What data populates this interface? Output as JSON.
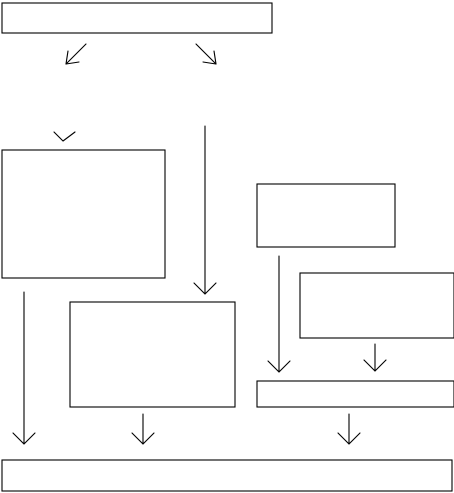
{
  "diagram": {
    "type": "flowchart",
    "colors": {
      "stroke": "#000000",
      "fill": "#ffffff",
      "background": "#ffffff"
    },
    "nodes": [
      {
        "id": "top-box",
        "label": ""
      },
      {
        "id": "left-box",
        "label": ""
      },
      {
        "id": "middle-box",
        "label": ""
      },
      {
        "id": "right-upper-box",
        "label": ""
      },
      {
        "id": "right-lower-box",
        "label": ""
      },
      {
        "id": "right-merge-box",
        "label": ""
      },
      {
        "id": "bottom-box",
        "label": ""
      }
    ],
    "edges": [
      {
        "id": "top-box-to-left-box",
        "from": "top-box",
        "to": "left-box"
      },
      {
        "id": "top-box-to-middle-box",
        "from": "top-box",
        "to": "middle-box"
      },
      {
        "id": "left-box-to-bottom-box",
        "from": "left-box",
        "to": "bottom-box"
      },
      {
        "id": "middle-box-to-bottom-box",
        "from": "middle-box",
        "to": "bottom-box"
      },
      {
        "id": "right-upper-box-to-right-merge-box",
        "from": "right-upper-box",
        "to": "right-merge-box"
      },
      {
        "id": "right-lower-box-to-right-merge-box",
        "from": "right-lower-box",
        "to": "right-merge-box"
      },
      {
        "id": "right-merge-box-to-bottom-box",
        "from": "right-merge-box",
        "to": "bottom-box"
      }
    ]
  }
}
